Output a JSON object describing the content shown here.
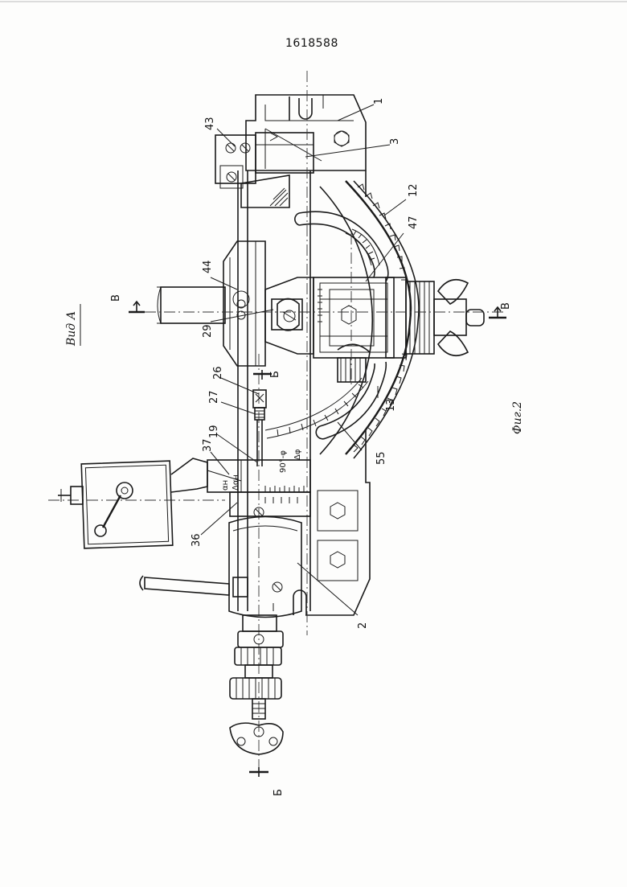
{
  "patent_number": "1618588",
  "view_label": "Вид А",
  "figure_label": "Фиг.2",
  "section_labels": {
    "b_upper": "В",
    "b_lower": "В",
    "be_upper": "Б",
    "be_lower": "Б"
  },
  "angle_labels": {
    "ninety_minus_phi": "90°-φ",
    "delta_phi": "Δφ",
    "alpha": "αн",
    "delta_alpha": "Δαн"
  },
  "callouts": [
    {
      "id": "1",
      "text": "1"
    },
    {
      "id": "2",
      "text": "2"
    },
    {
      "id": "3",
      "text": "3"
    },
    {
      "id": "12",
      "text": "12"
    },
    {
      "id": "13",
      "text": "13"
    },
    {
      "id": "19",
      "text": "19"
    },
    {
      "id": "26",
      "text": "26"
    },
    {
      "id": "27",
      "text": "27"
    },
    {
      "id": "29",
      "text": "29"
    },
    {
      "id": "36",
      "text": "36"
    },
    {
      "id": "37",
      "text": "37"
    },
    {
      "id": "43",
      "text": "43"
    },
    {
      "id": "44",
      "text": "44"
    },
    {
      "id": "47",
      "text": "47"
    },
    {
      "id": "55",
      "text": "55"
    }
  ]
}
